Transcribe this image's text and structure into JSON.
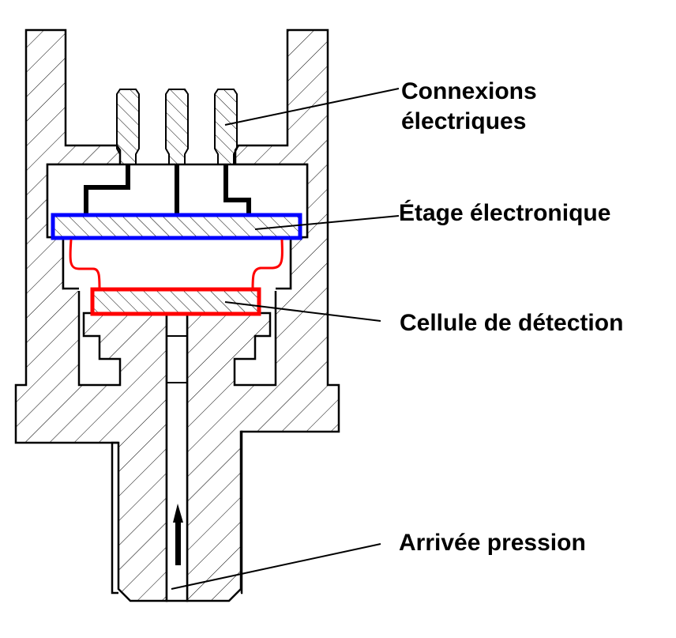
{
  "diagram": {
    "subject": "Pressure sensor cross-section",
    "labels": {
      "connexions_line1": "Connexions",
      "connexions_line2": "électriques",
      "etage": "Étage électronique",
      "cellule": "Cellule de détection",
      "arrivee": "Arrivée pression"
    },
    "colors": {
      "outline": "#000000",
      "electronics_board": "#0000ff",
      "sensing_cell": "#ff0000",
      "wires": "#000000",
      "background": "#ffffff"
    },
    "pin_count": 3,
    "flow_direction": "up"
  }
}
